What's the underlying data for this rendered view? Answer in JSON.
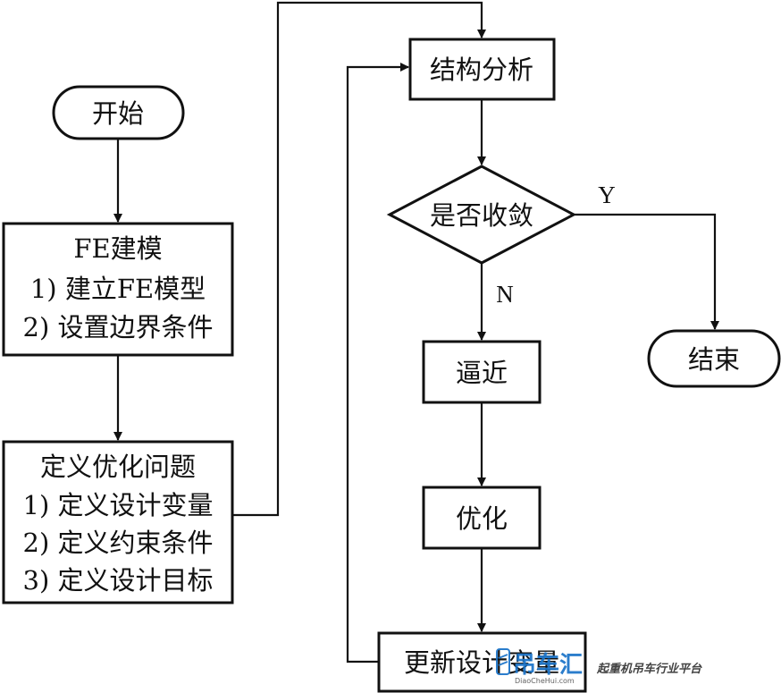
{
  "nodes": {
    "start": {
      "label": "开始"
    },
    "fe_model": {
      "lines": [
        "FE建模",
        "1) 建立FE模型",
        "2) 设置边界条件"
      ]
    },
    "define_problem": {
      "lines": [
        "定义优化问题",
        "1) 定义设计变量",
        "2) 定义约束条件",
        "3) 定义设计目标"
      ]
    },
    "structural_analysis": {
      "label": "结构分析"
    },
    "converged": {
      "label": "是否收敛"
    },
    "approximation": {
      "label": "逼近"
    },
    "optimization": {
      "label": "优化"
    },
    "update_variables": {
      "label": "更新设计变量"
    },
    "end": {
      "label": "结束"
    }
  },
  "edges": {
    "yes_label": "Y",
    "no_label": "N"
  },
  "watermark": {
    "brand": "吊车汇",
    "domain": "DiaoCheHui.com",
    "slogan": "起重机吊车行业平台",
    "color": "#1a73c8"
  }
}
